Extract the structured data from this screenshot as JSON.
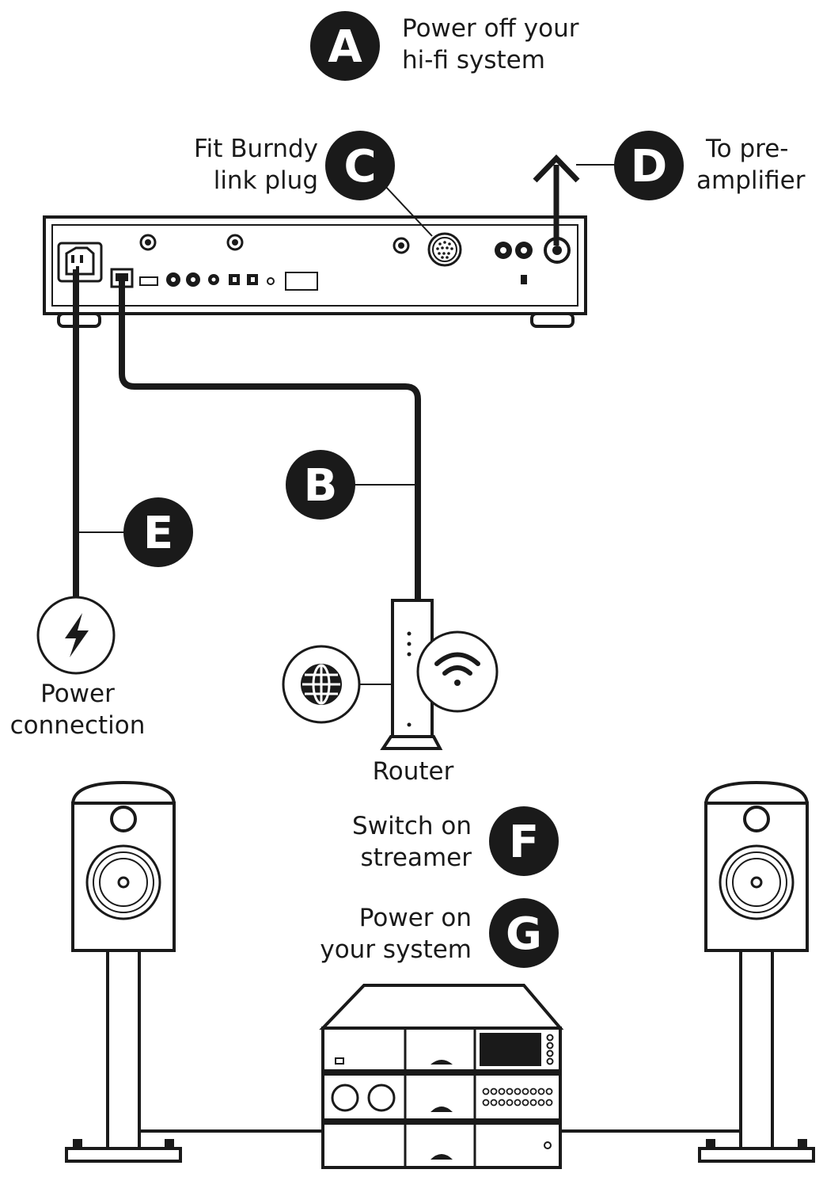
{
  "steps": {
    "a": {
      "letter": "A",
      "line1": "Power off your",
      "line2": "hi-fi system"
    },
    "b": {
      "letter": "B"
    },
    "c": {
      "letter": "C",
      "line1": "Fit Burndy",
      "line2": "link plug"
    },
    "d": {
      "letter": "D",
      "line1": "To pre-",
      "line2": "amplifier"
    },
    "e": {
      "letter": "E"
    },
    "f": {
      "letter": "F",
      "line1": "Switch on",
      "line2": "streamer"
    },
    "g": {
      "letter": "G",
      "line1": "Power on",
      "line2": "your system"
    }
  },
  "power": {
    "line1": "Power",
    "line2": "connection"
  },
  "router": {
    "label": "Router"
  },
  "colors": {
    "ink": "#1a1a1a",
    "background": "#ffffff"
  },
  "icons": [
    "lightning-bolt-icon",
    "globe-icon",
    "wifi-icon"
  ]
}
